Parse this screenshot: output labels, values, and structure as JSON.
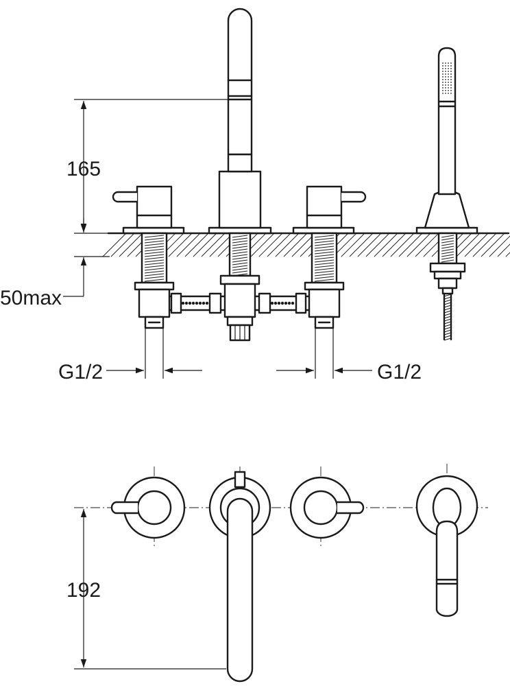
{
  "dimensions": {
    "spout_height": "165",
    "deck_thickness": "50max",
    "connection_left": "G1/2",
    "connection_right": "G1/2",
    "projection": "192"
  }
}
